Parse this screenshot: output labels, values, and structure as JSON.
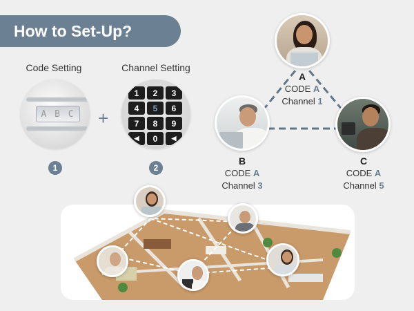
{
  "header": {
    "title": "How to Set-Up?"
  },
  "steps": [
    {
      "label": "Code Setting",
      "number": "1",
      "device_text": "A B C"
    },
    {
      "label": "Channel Setting",
      "number": "2"
    }
  ],
  "plus_symbol": "+",
  "keypad": {
    "keys": [
      "1",
      "2",
      "3",
      "4",
      "5",
      "6",
      "7",
      "8",
      "9",
      "◀",
      "0",
      "◀"
    ],
    "highlighted_key": "5"
  },
  "nodes": [
    {
      "letter": "A",
      "code_label": "CODE",
      "code_value": "A",
      "channel_label": "Channel",
      "channel_value": "1"
    },
    {
      "letter": "B",
      "code_label": "CODE",
      "code_value": "A",
      "channel_label": "Channel",
      "channel_value": "3"
    },
    {
      "letter": "C",
      "code_label": "CODE",
      "code_value": "A",
      "channel_label": "Channel",
      "channel_value": "5"
    }
  ],
  "colors": {
    "accent": "#6b8193",
    "dashed_line": "#5f7689",
    "background": "#efefef"
  }
}
